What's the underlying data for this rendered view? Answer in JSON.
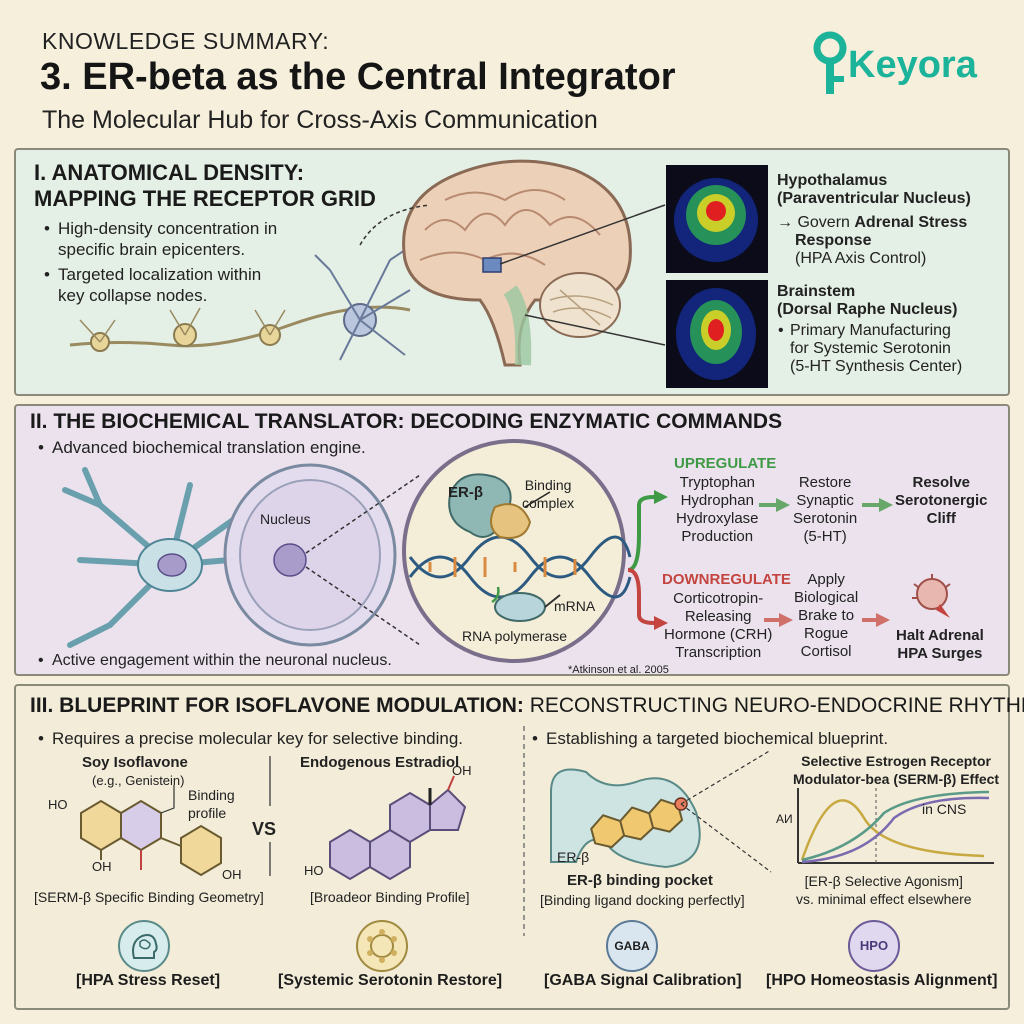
{
  "header": {
    "kicker": "KNOWLEDGE SUMMARY:",
    "title": "3. ER-beta as the Central Integrator",
    "subtitle": "The Molecular Hub for Cross-Axis Communication",
    "logo_text": "Keyora"
  },
  "colors": {
    "accent_teal": "#1bb39a",
    "panel1_bg": "#e4efe5",
    "panel2_bg": "#ebe2ee",
    "panel3_bg": "#f2ecd8",
    "upregulate": "#3f9a45",
    "downregulate": "#c4453f"
  },
  "section1": {
    "title_line1": "I. ANATOMICAL DENSITY:",
    "title_line2": "MAPPING THE RECEPTOR GRID",
    "bullets": [
      [
        "High-density concentration in",
        "specific brain epicenters."
      ],
      [
        "Targeted localization within",
        "key collapse nodes."
      ]
    ],
    "hypothalamus": {
      "title_line1": "Hypothalamus",
      "title_line2": "(Paraventricular Nucleus)",
      "detail_prefix": "→ Govern ",
      "detail_bold": "Adrenal Stress",
      "detail_bold2": "Response",
      "detail_note": "(HPA Axis Control)"
    },
    "brainstem": {
      "title_line1": "Brainstem",
      "title_line2": "(Dorsal Raphe Nucleus)",
      "detail_line1": "Primary Manufacturing",
      "detail_line2": "for Systemic Serotonin",
      "detail_line3": "(5-HT Synthesis Center)"
    }
  },
  "section2": {
    "title": "II. THE BIOCHEMICAL TRANSLATOR: DECODING ENZYMATIC COMMANDS",
    "bullet_top": "Advanced biochemical translation engine.",
    "bullet_bottom": "Active engagement within the neuronal nucleus.",
    "nucleus_label": "Nucleus",
    "er_label": "ER-β",
    "binding_complex_line1": "Binding",
    "binding_complex_line2": "complex",
    "mrna_label": "mRNA",
    "rna_pol_label": "RNA polymerase",
    "citation": "*Atkinson et al. 2005",
    "upregulate": {
      "label": "UPREGULATE",
      "step1": [
        "Tryptophan",
        "Hydrophan",
        "Hydroxylase",
        "Production"
      ],
      "step2": [
        "Restore",
        "Synaptic",
        "Serotonin",
        "(5-HT)"
      ],
      "result": [
        "Resolve",
        "Serotonergic",
        "Cliff"
      ]
    },
    "downregulate": {
      "label": "DOWNREGULATE",
      "step1": [
        "Corticotropin-",
        "Releasing",
        "Hormone (CRH)",
        "Transcription"
      ],
      "step2": [
        "Apply",
        "Biological",
        "Brake to",
        "Rogue",
        "Cortisol"
      ],
      "result": [
        "Halt Adrenal",
        "HPA Surges"
      ]
    }
  },
  "section3": {
    "title_bold": "III. BLUEPRINT FOR ISOFLAVONE MODULATION:",
    "title_light": " RECONSTRUCTING NEURO-ENDOCRINE RHYTHMS",
    "bullet_left": "Requires a precise molecular key for selective binding.",
    "bullet_right": "Establishing a targeted biochemical blueprint.",
    "soy": {
      "name": "Soy Isoflavone",
      "example": "(e.g., Genistein)",
      "binding_line1": "Binding",
      "binding_line2": "profile",
      "caption": "[SERM-β Specific Binding Geometry]",
      "oh": "HO",
      "oh2": "OH",
      "oh3": "OH"
    },
    "vs": "VS",
    "estradiol": {
      "name": "Endogenous Estradiol",
      "caption": "[Broadeor Binding Profile]",
      "oh": "OH",
      "ho": "HO"
    },
    "pocket": {
      "er_label": "ER-β",
      "title": "ER-β binding pocket",
      "caption": "[Binding ligand docking perfectly]"
    },
    "serm_graph": {
      "title_line1": "Selective Estrogen Receptor",
      "title_line2": "Modulator-bea (SERM-β) Effect",
      "curve_label": "in CNS",
      "ylabel": "АИ",
      "caption_line1": "[ER-β Selective Agonism]",
      "caption_line2": "vs. minimal effect elsewhere"
    },
    "outcomes": [
      {
        "label": "[HPA Stress Reset]",
        "icon": "brain-head-icon"
      },
      {
        "label": "[Systemic Serotonin Restore]",
        "icon": "serotonin-ring-icon"
      },
      {
        "label": "[GABA Signal Calibration]",
        "icon_text": "GABA",
        "icon": "gaba-icon"
      },
      {
        "label": "[HPO Homeostasis Alignment]",
        "icon_text": "HPO",
        "icon": "hpo-icon"
      }
    ]
  }
}
